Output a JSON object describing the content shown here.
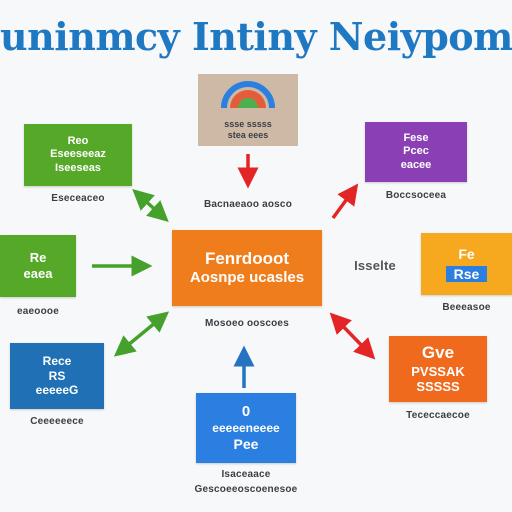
{
  "title": "uninmcy Intiny Neiypom",
  "center": {
    "line1": "Fenrdooot",
    "line2": "Aosnpe ucasles",
    "caption": "Mosoeo ooscoes"
  },
  "top": {
    "lines": [
      "ssse sssss",
      "stea eees"
    ],
    "caption": "Bacnaeaoo aosco"
  },
  "top_left": {
    "lines": [
      "Reo",
      "Eseeseeaz",
      "Iseeseas"
    ],
    "caption": "Eseceaceo"
  },
  "top_right": {
    "lines": [
      "Fese",
      "Pcec",
      "eacee"
    ],
    "caption": "Boccsoceea"
  },
  "left": {
    "lines": [
      "Re",
      "eaea"
    ],
    "caption": "eaeoooe"
  },
  "right": {
    "lines": [
      "Fe",
      "Rse"
    ],
    "side_text": "Isselte",
    "caption": "Beeeasoe"
  },
  "bottom_left": {
    "lines": [
      "Rece",
      "RS",
      "eeeeeG"
    ],
    "caption": "Ceeeeeece"
  },
  "bottom_right": {
    "lines": [
      "Gve",
      "PVSSAK",
      "SSSSS"
    ],
    "caption": "Tececcaecoe"
  },
  "bottom": {
    "lines": [
      "0",
      "eeeeeneeee",
      "Pee"
    ],
    "caption_line1": "Isaceaace",
    "caption_line2": "Gescoeeoscoenesoe"
  },
  "colors": {
    "title": "#1f78c2",
    "orange": "#f07d1c",
    "green": "#56a829",
    "purple": "#8b3fb4",
    "blue": "#1f70b5",
    "yellow": "#f6a81f",
    "red_orange": "#ef6a1d",
    "bright_blue": "#2a7fe0",
    "arrow_red": "#e32526",
    "arrow_green": "#45a12b",
    "arrow_blue": "#2473c2"
  }
}
